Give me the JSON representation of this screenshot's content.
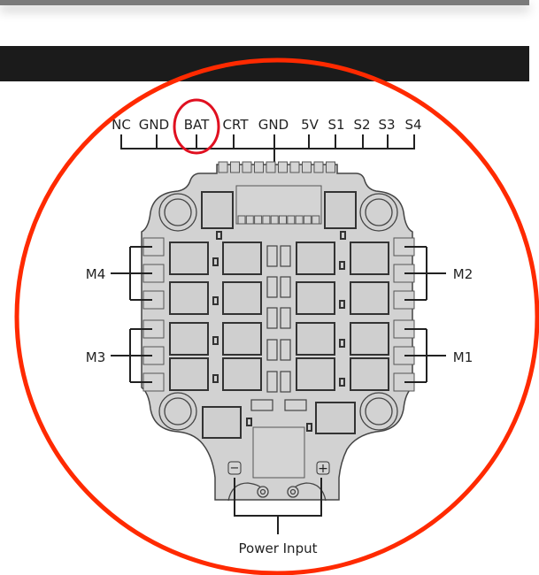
{
  "pin_labels": [
    "NC",
    "GND",
    "BAT",
    "CRT",
    "GND",
    "5V",
    "S1",
    "S2",
    "S3",
    "S4"
  ],
  "motor_labels": {
    "m4": "M4",
    "m2": "M2",
    "m3": "M3",
    "m1": "M1"
  },
  "power_label": "Power Input",
  "polarity": {
    "minus": "−",
    "plus": "+"
  },
  "colors": {
    "highlight": "#ff2a00",
    "pin_highlight": "#e01020",
    "board": "#d2d2d2"
  }
}
